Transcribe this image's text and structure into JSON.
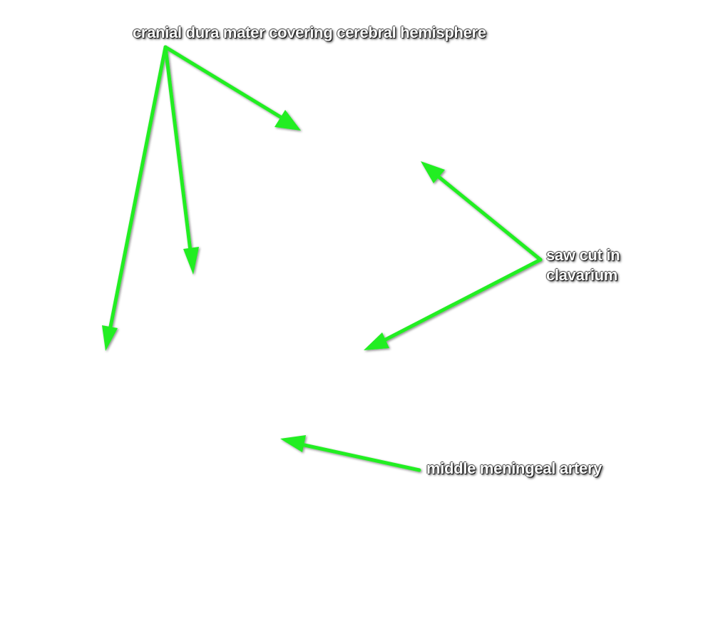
{
  "labels": {
    "dura": "cranial dura mater covering cerebral hemisphere",
    "saw_line1": "saw cut in",
    "saw_line2": "clavarium",
    "artery": "middle meningeal artery"
  },
  "colors": {
    "background": "#ffffff",
    "arrow": "#22ee22",
    "label_text": "#ffffff",
    "label_shadow": "#000000"
  }
}
